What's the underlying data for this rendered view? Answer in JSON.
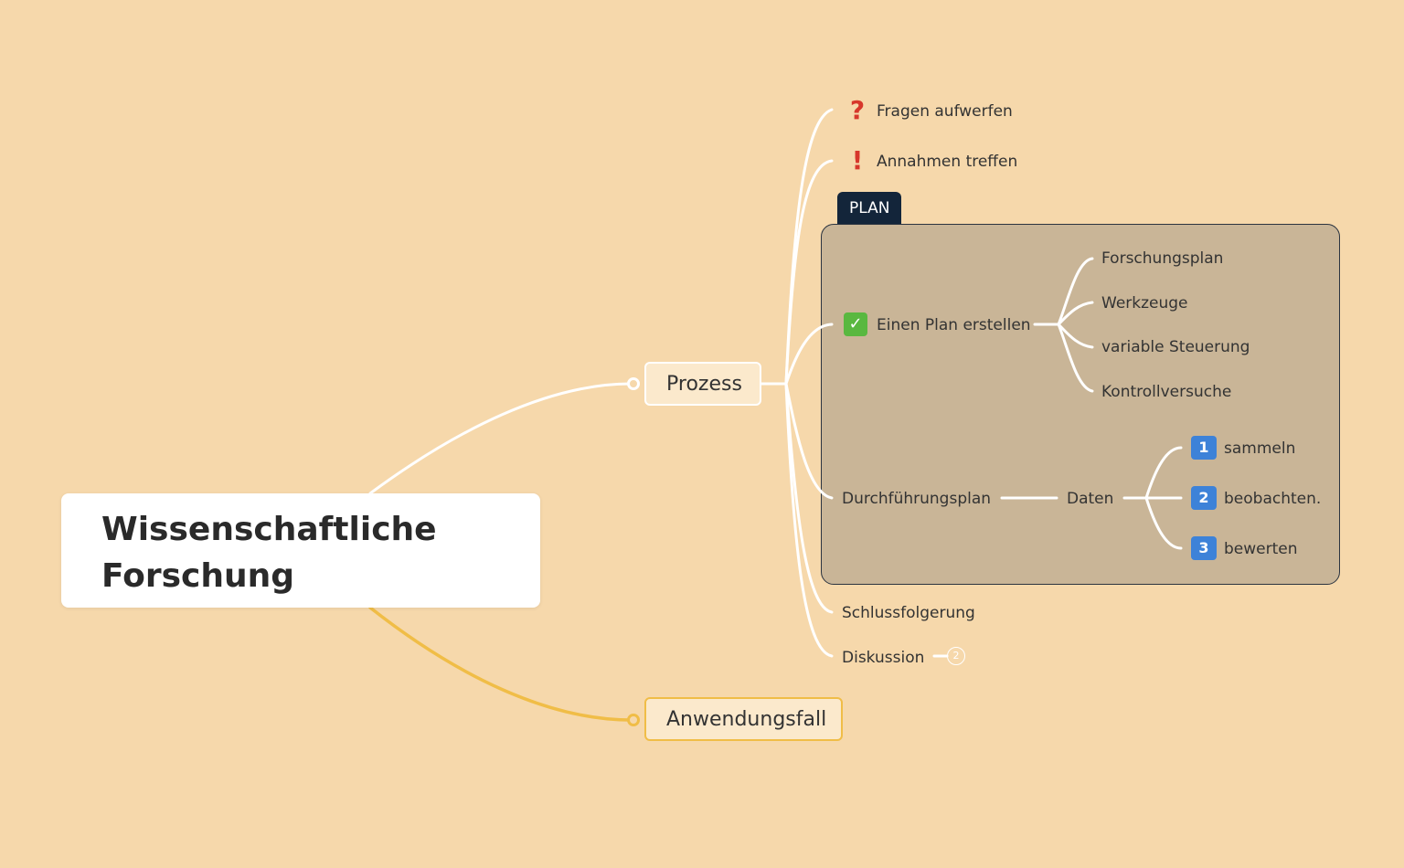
{
  "colors": {
    "background": "#f6d8ab",
    "branch_white": "#ffffff",
    "branch_yellow": "#f0bd47",
    "boundary_fill": "#c9b597",
    "boundary_tag": "#13253a",
    "question_mark": "#d7372b",
    "check": "#59b840",
    "number_badge": "#3d82d8"
  },
  "root": {
    "line1": "Wissenschaftliche",
    "line2": "Forschung"
  },
  "topics": {
    "prozess": "Prozess",
    "anwendungsfall": "Anwendungsfall"
  },
  "prozess_children": {
    "fragen": {
      "icon": "question-mark-icon",
      "glyph": "?",
      "label": "Fragen aufwerfen"
    },
    "annahmen": {
      "icon": "exclamation-mark-icon",
      "glyph": "!",
      "label": "Annahmen treffen"
    },
    "plan": {
      "icon": "check-mark-icon",
      "glyph": "✓",
      "label": "Einen Plan erstellen"
    },
    "durchfuehrung": "Durchführungsplan",
    "schluss": "Schlussfolgerung",
    "diskussion": "Diskussion",
    "diskussion_collapsed_count": "2"
  },
  "boundary": {
    "tag": "PLAN"
  },
  "plan_children": [
    "Forschungsplan",
    "Werkzeuge",
    "variable Steuerung",
    "Kontrollversuche"
  ],
  "daten": {
    "label": "Daten",
    "children": [
      {
        "num": "1",
        "label": "sammeln"
      },
      {
        "num": "2",
        "label": "beobachten."
      },
      {
        "num": "3",
        "label": "bewerten"
      }
    ]
  }
}
